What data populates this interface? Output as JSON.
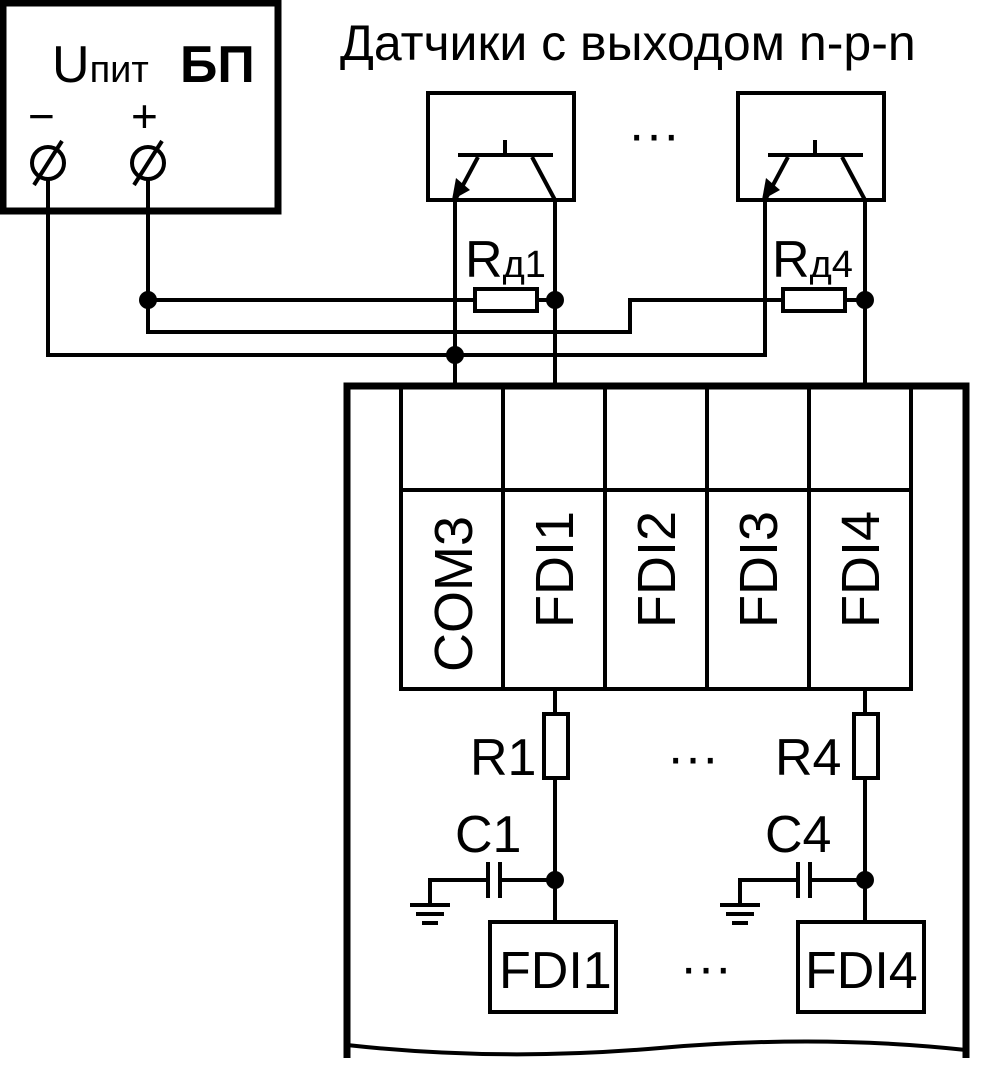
{
  "diagram": {
    "title": "Датчики с выходом n-p-n",
    "power_supply": {
      "u_main": "U",
      "u_sub": "пит",
      "name": "БП",
      "minus": "−",
      "plus": "+"
    },
    "ellipsis": "···",
    "sensors": {
      "r1_main": "R",
      "r1_sub": "д1",
      "r4_main": "R",
      "r4_sub": "д4"
    },
    "terminals": [
      "COM3",
      "FDI1",
      "FDI2",
      "FDI3",
      "FDI4"
    ],
    "filters": {
      "r1": "R1",
      "r4": "R4",
      "c1": "C1",
      "c4": "C4"
    },
    "inputs": {
      "in1": "FDI1",
      "in4": "FDI4"
    }
  }
}
